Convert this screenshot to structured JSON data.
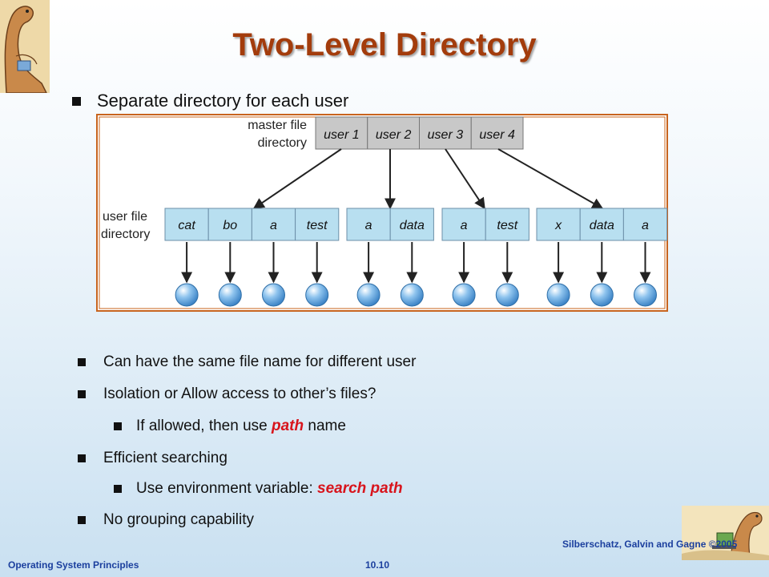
{
  "title": "Two-Level Directory",
  "bullet_main": "Separate directory for each user",
  "diagram": {
    "master_label": [
      "master file",
      "directory"
    ],
    "user_label": [
      "user file",
      "directory"
    ],
    "master_entries": [
      "user 1",
      "user 2",
      "user 3",
      "user 4"
    ],
    "user_groups": [
      [
        "cat",
        "bo",
        "a",
        "test"
      ],
      [
        "a",
        "data"
      ],
      [
        "a",
        "test"
      ],
      [
        "x",
        "data",
        "a"
      ]
    ]
  },
  "bullets": [
    {
      "level": 1,
      "parts": [
        {
          "text": "Can have the same file name for different user",
          "style": "normal"
        }
      ]
    },
    {
      "level": 1,
      "parts": [
        {
          "text": "Isolation or Allow access to other’s files?",
          "style": "normal"
        }
      ]
    },
    {
      "level": 2,
      "parts": [
        {
          "text": "If allowed, then use ",
          "style": "normal"
        },
        {
          "text": "path",
          "style": "red"
        },
        {
          "text": " name",
          "style": "normal"
        }
      ]
    },
    {
      "level": 1,
      "parts": [
        {
          "text": "Efficient searching",
          "style": "normal"
        }
      ]
    },
    {
      "level": 2,
      "parts": [
        {
          "text": "Use environment variable: ",
          "style": "normal"
        },
        {
          "text": "search path",
          "style": "red"
        }
      ]
    },
    {
      "level": 1,
      "parts": [
        {
          "text": "No grouping capability",
          "style": "normal"
        }
      ]
    }
  ],
  "footer": {
    "left": "Operating System Principles",
    "center": "10.10",
    "right": "Silberschatz, Galvin and Gagne ©2005"
  },
  "colors": {
    "title": "#a33c0c",
    "accent_red": "#d8141c",
    "footer": "#1b3f9e",
    "diagram_border": "#c8641e",
    "master_cell": "#c8c8c8",
    "user_cell": "#b8dff0",
    "file_ball": "#8fc4ee"
  },
  "icons": [
    "dinosaur-logo-icon",
    "dinosaur-laptop-logo-icon"
  ]
}
